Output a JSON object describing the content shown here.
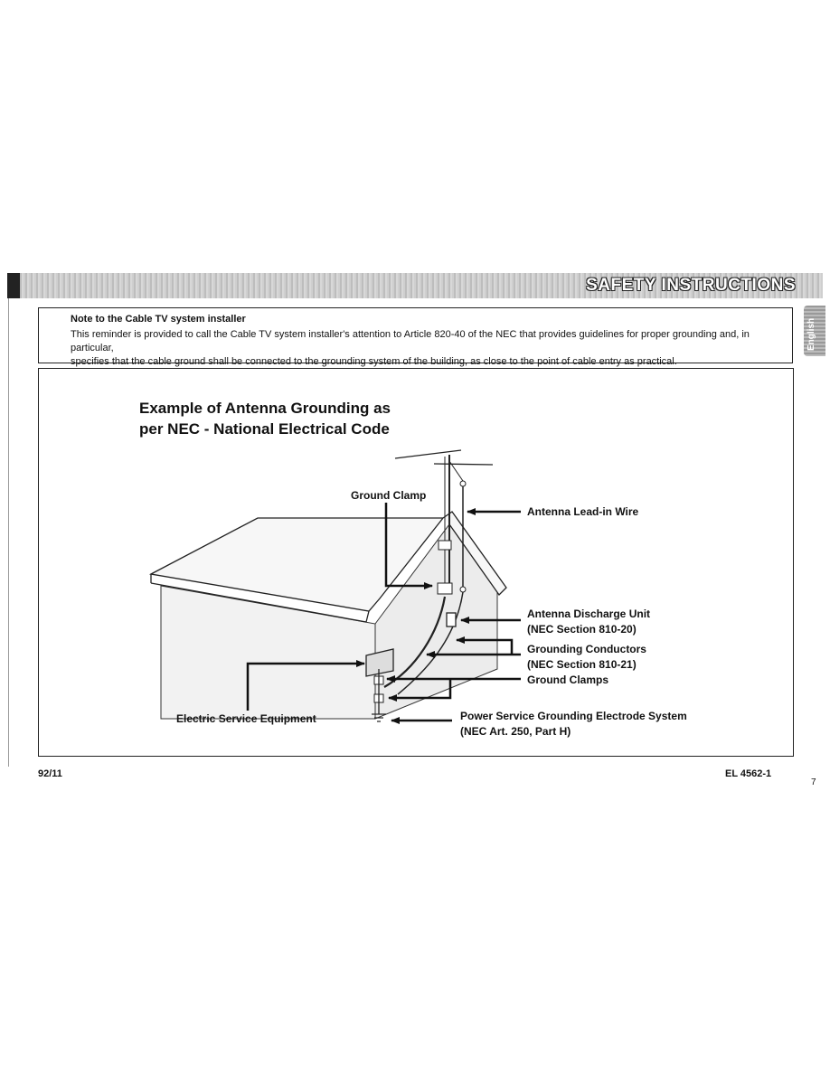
{
  "header": {
    "title": "SAFETY INSTRUCTIONS"
  },
  "language_tab": {
    "label": "English"
  },
  "note": {
    "title": "Note to the Cable TV system installer",
    "line1": "This reminder is provided to call the Cable TV system installer's attention to Article 820-40 of the NEC that provides guidelines for proper grounding and, in particular,",
    "line2": "specifies that the cable ground shall be connected to the grounding system of the building, as close to the point of cable entry as practical."
  },
  "diagram": {
    "title_line1": "Example of Antenna Grounding as",
    "title_line2": "per NEC - National Electrical Code",
    "labels": {
      "ground_clamp": "Ground Clamp",
      "antenna_lead_in_wire": "Antenna Lead-in Wire",
      "antenna_discharge_unit": "Antenna Discharge Unit",
      "antenna_discharge_unit_ref": "(NEC Section 810-20)",
      "grounding_conductors": "Grounding Conductors",
      "grounding_conductors_ref": "(NEC Section 810-21)",
      "ground_clamps": "Ground Clamps",
      "electric_service_equipment": "Electric Service Equipment",
      "power_service_grounding": "Power Service Grounding Electrode System",
      "power_service_grounding_ref": "(NEC Art. 250, Part H)"
    }
  },
  "footer": {
    "left_code": "92/11",
    "right_code": "EL 4562-1",
    "page_number": "7"
  }
}
